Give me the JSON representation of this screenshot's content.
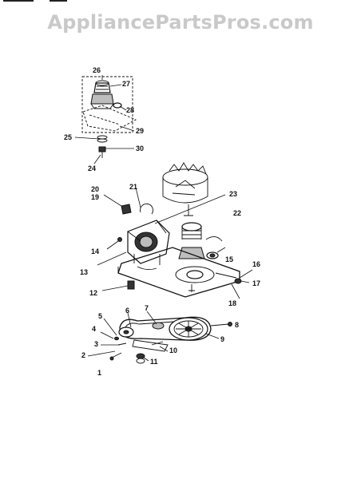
{
  "watermark": "AppliancePartsPros.com",
  "callouts": [
    "26",
    "27",
    "28",
    "29",
    "25",
    "30",
    "24",
    "21",
    "20",
    "19",
    "23",
    "22",
    "14",
    "15",
    "16",
    "13",
    "17",
    "12",
    "18",
    "5",
    "6",
    "7",
    "8",
    "4",
    "3",
    "9",
    "10",
    "2",
    "11",
    "1"
  ]
}
